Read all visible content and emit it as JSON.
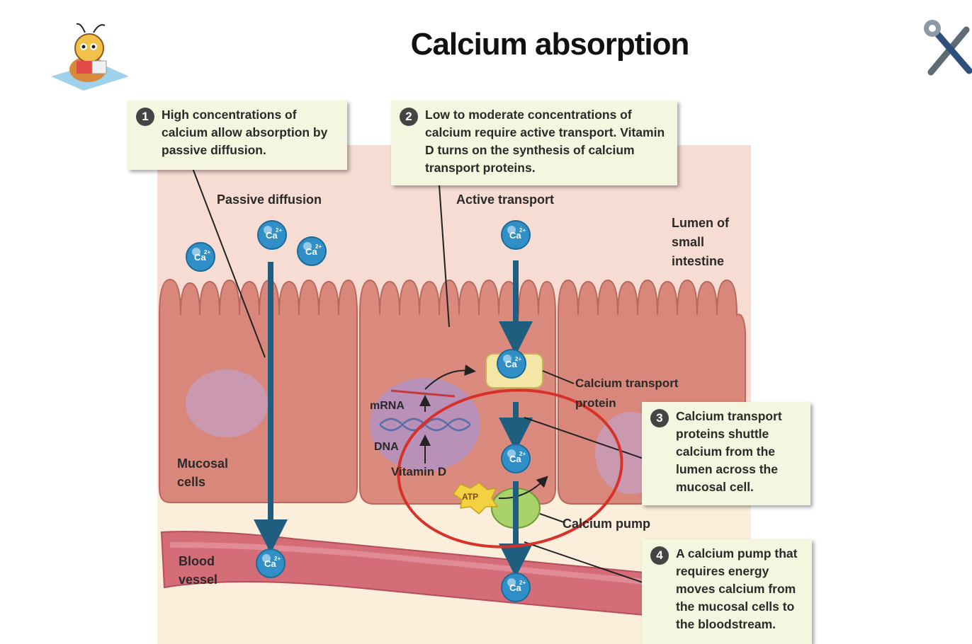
{
  "title": "Calcium absorption",
  "callouts": {
    "c1": {
      "number": "1",
      "text": "High concentrations of calcium allow absorption by passive diffusion."
    },
    "c2": {
      "number": "2",
      "text": "Low to moderate concentrations of calcium require active transport. Vitamin D turns on the synthesis of calcium transport proteins."
    },
    "c3": {
      "number": "3",
      "text": "Calcium transport proteins shuttle calcium from the lumen across the mucosal cell."
    },
    "c4": {
      "number": "4",
      "text": "A calcium pump that requires energy moves calcium from the mucosal cells to the bloodstream."
    }
  },
  "labels": {
    "passive": "Passive diffusion",
    "active": "Active transport",
    "lumen": "Lumen of small intestine",
    "transport_protein": "Calcium transport protein",
    "mrna": "mRNA",
    "dna": "DNA",
    "vitamin_d": "Vitamin D",
    "mucosal": "Mucosal cells",
    "atp": "ATP",
    "pump": "Calcium pump",
    "blood": "Blood vessel",
    "ion": "Ca",
    "ion_charge": "2+"
  },
  "icons": {
    "mascot": "reading-bug-icon",
    "tools": "wrench-screwdriver-icon"
  },
  "colors": {
    "background_panel": "#f6dcd2",
    "cell": "#d9877a",
    "nucleus": "#b890b8",
    "ion": "#2f8fc6",
    "arrow": "#1f5e7e",
    "blood_vessel": "#d46d78",
    "highlight_circle": "#d8312a",
    "callout_bg": "#f4f6df"
  }
}
